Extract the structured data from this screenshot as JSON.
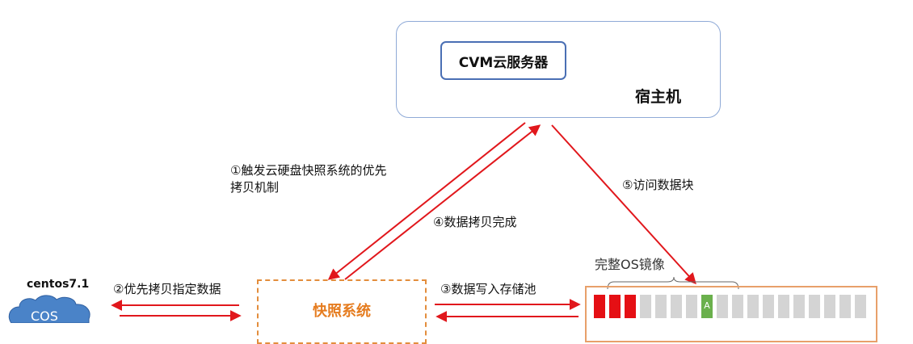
{
  "host": {
    "title": "宿主机",
    "vm_label": "CVM云服务器"
  },
  "steps": {
    "s1_line1": "①触发云硬盘快照系统的优先",
    "s1_line2": "拷贝机制",
    "s2": "②优先拷贝指定数据",
    "s3": "③数据写入存储池",
    "s4": "④数据拷贝完成",
    "s5": "⑤访问数据块"
  },
  "snapshot_system": "快照系统",
  "storage": {
    "image_label": "完整OS镜像",
    "blocks": [
      "red",
      "red",
      "red",
      "gray",
      "gray",
      "gray",
      "gray",
      "green",
      "gray",
      "gray",
      "gray",
      "gray",
      "gray",
      "gray",
      "gray",
      "gray",
      "gray",
      "gray"
    ],
    "highlight_letter": "A"
  },
  "client": {
    "name": "centos7.1",
    "cloud_text": "COS"
  },
  "colors": {
    "arrow": "#e1171c",
    "host_border": "#8faad7",
    "vm_border": "#4a6fb4",
    "snapshot": "#e57c1f",
    "pool_border": "#e8a06a",
    "cloud": "#4a83c8"
  }
}
